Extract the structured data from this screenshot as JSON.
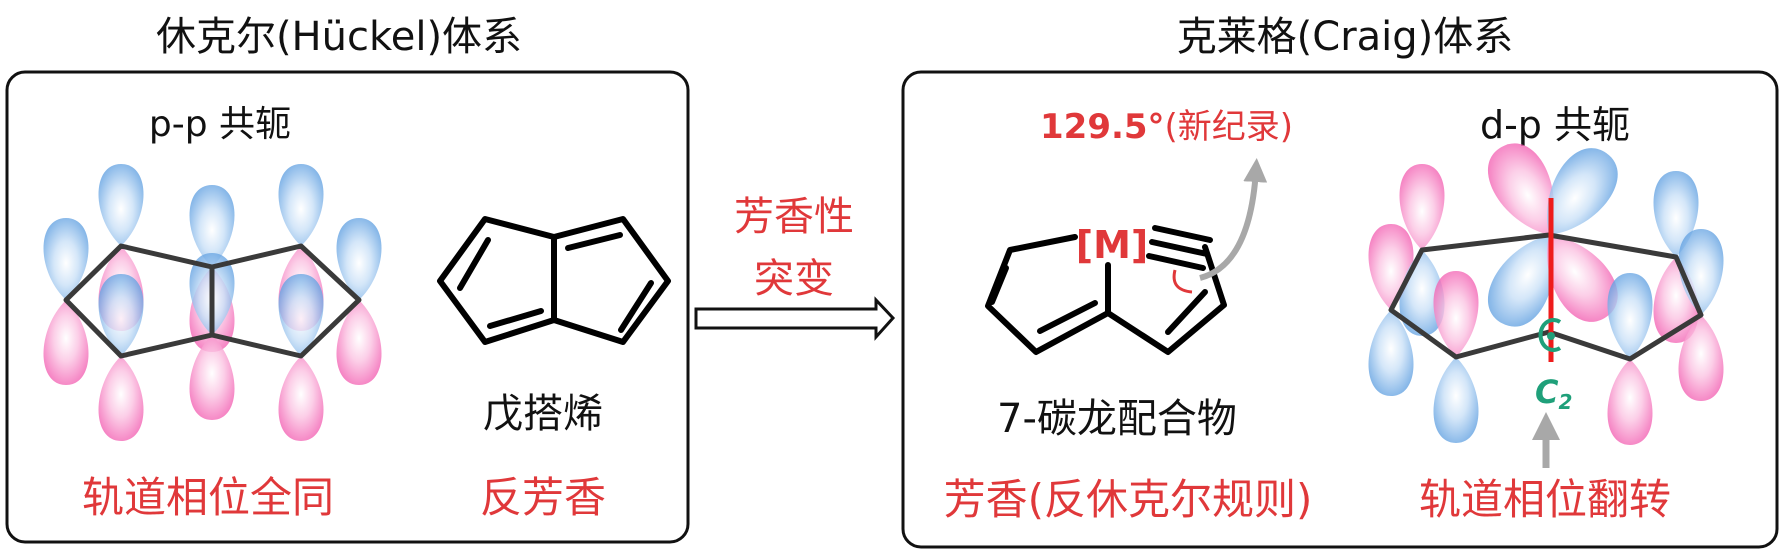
{
  "left_panel": {
    "title": "休克尔(Hückel)体系",
    "conjugation_label": "p-p 共轭",
    "molecule_name": "戊搭烯",
    "phase_caption": "轨道相位全同",
    "aromaticity_caption": "反芳香"
  },
  "transition": {
    "line1": "芳香性",
    "line2": "突变"
  },
  "right_panel": {
    "title": "克莱格(Craig)体系",
    "angle_value": "129.5°",
    "angle_note": "(新纪录)",
    "metal_label": "[M]",
    "conjugation_label": "d-p 共轭",
    "symmetry_axis": "C",
    "symmetry_axis_sub": "2",
    "molecule_name": "7-碳龙配合物",
    "aromaticity_caption": "芳香(反休克尔规则)",
    "phase_caption": "轨道相位翻转"
  },
  "colors": {
    "accent_red": "#e0383a",
    "pink_lobe": "#f77fc0",
    "blue_lobe": "#7fb2e6",
    "axis_red": "#ee1c1c",
    "rotation_green": "#1fa07a",
    "gray_arrow": "#a8a8a8"
  }
}
